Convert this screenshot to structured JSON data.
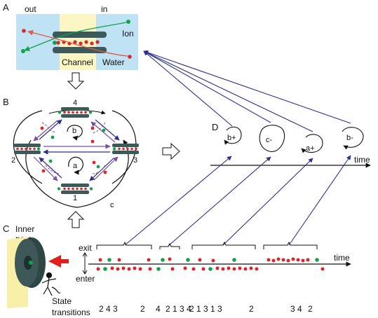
{
  "panel_labels": {
    "a": "A",
    "b": "B",
    "c": "C",
    "d": "D"
  },
  "panel_a": {
    "out_label": "out",
    "in_label": "in",
    "ion_label": "Ion",
    "channel_label": "Channel",
    "water_label": "Water"
  },
  "panel_b": {
    "state_4": "4",
    "state_2": "2",
    "state_3": "3",
    "state_1": "1",
    "cycle_a": "a",
    "cycle_b": "b",
    "cycle_c": "c"
  },
  "panel_c": {
    "inner_pore_label_1": "Inner",
    "inner_pore_label_2": "pore",
    "exit_label": "exit",
    "enter_label": "enter",
    "time_label": "time",
    "state_label_1": "State",
    "state_label_2": "transitions",
    "transitions": [
      "2 4 3",
      "2",
      "4",
      "2 1 3 4",
      "2 1 3 1 3",
      "2",
      "3 4",
      "2"
    ]
  },
  "panel_d": {
    "time_label": "time",
    "events": [
      "b+",
      "c-",
      "a+",
      "b-"
    ]
  },
  "colors": {
    "solvent_blue": "#bfe2f4",
    "channel_yellow": "#fbf6c4",
    "channel_wall": "#3d5a5a",
    "water_red": "#d8262a",
    "ion_green": "#13a24a",
    "arrow_navy": "#2b2f8c",
    "arrow_purple": "#7a4fa0",
    "arrow_red": "#e0201c",
    "pore_yellow": "#f8f0a8",
    "pore_gray": "#3e5858"
  }
}
